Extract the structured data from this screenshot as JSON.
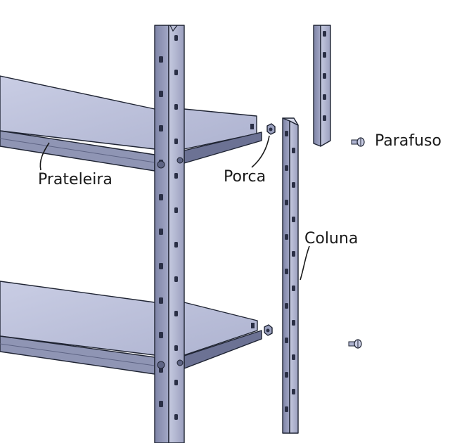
{
  "labels": {
    "shelf": "Prateleira",
    "nut": "Porca",
    "column": "Coluna",
    "screw": "Parafuso"
  },
  "colors": {
    "metal_light": "#bfc4de",
    "metal_mid": "#8f95b4",
    "metal_dark": "#5e6484",
    "outline": "#1f2433",
    "hole": "#2a2f45"
  }
}
